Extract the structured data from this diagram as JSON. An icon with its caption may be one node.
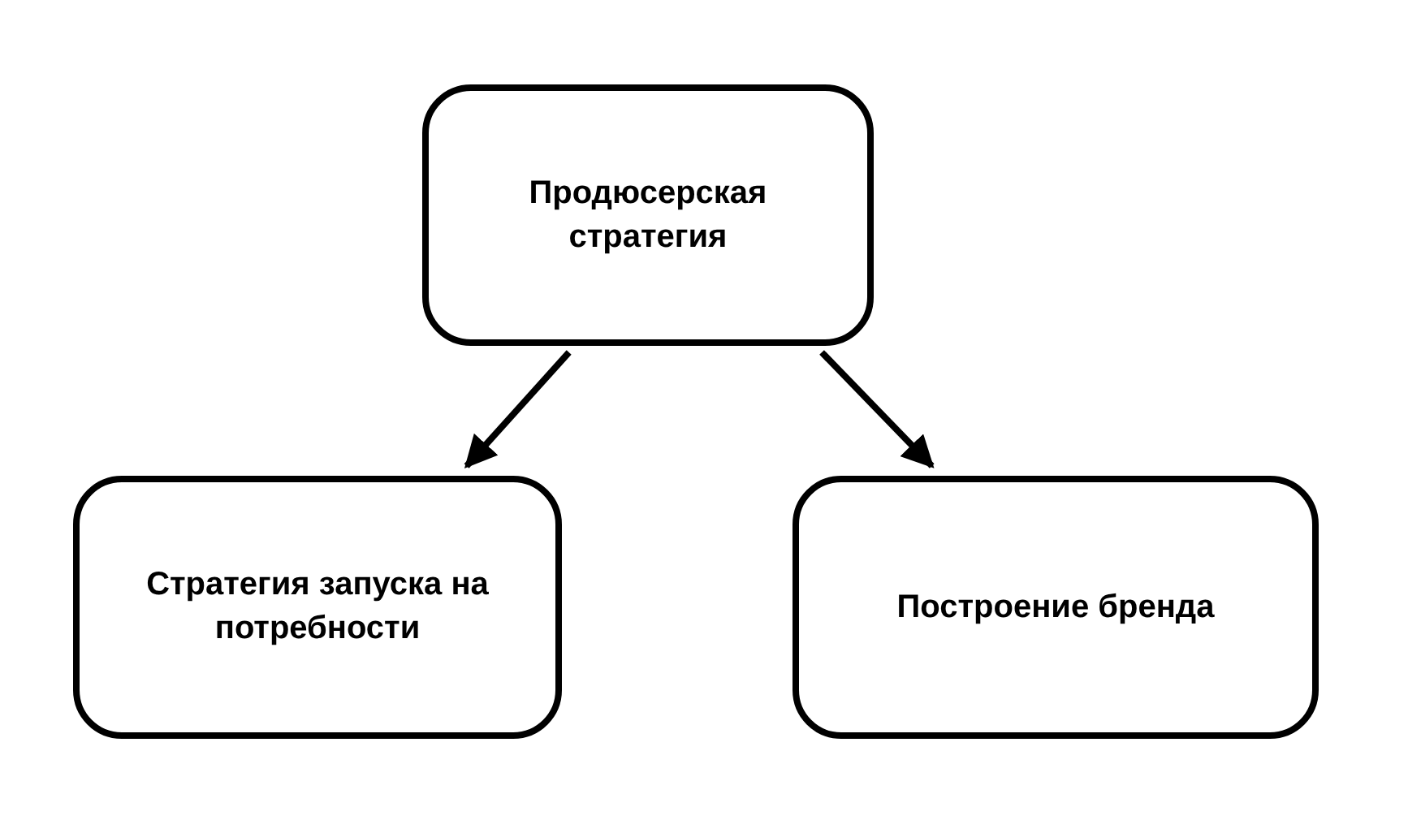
{
  "diagram": {
    "nodes": [
      {
        "text": [
          "Продюсерская стратегия"
        ]
      },
      {
        "text": [
          "Стратегия запуска на потребности"
        ]
      },
      {
        "text": [
          "Построение бренда"
        ]
      }
    ],
    "edges": [
      {
        "from": 0,
        "to": 1,
        "arrow": "to"
      },
      {
        "from": 0,
        "to": 2,
        "arrow": "to"
      }
    ]
  }
}
